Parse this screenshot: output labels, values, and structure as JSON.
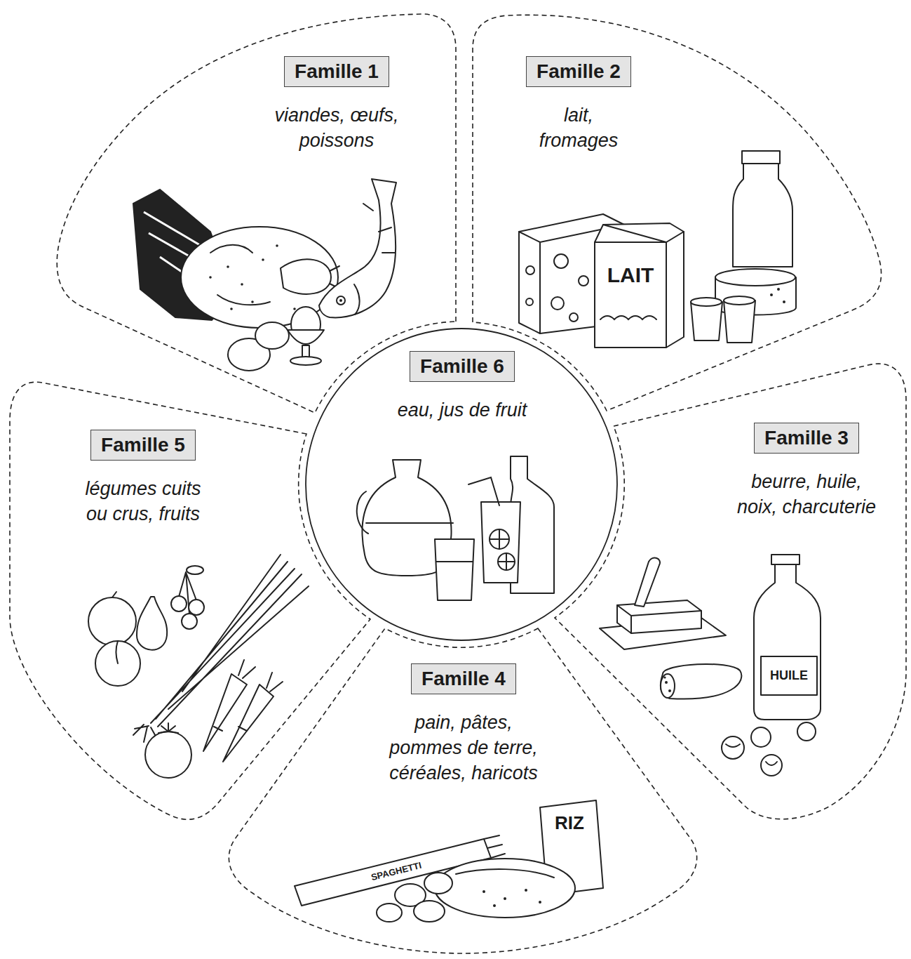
{
  "diagram": {
    "nodes": [
      {
        "text": [
          "Famille 1",
          "viandes, œufs, poissons"
        ]
      },
      {
        "text": [
          "Famille 2",
          "lait, fromages"
        ]
      },
      {
        "text": [
          "Famille 3",
          "beurre, huile, noix, charcuterie"
        ]
      },
      {
        "text": [
          "Famille 4",
          "pain, pâtes, pommes de terre, céréales, haricots"
        ]
      },
      {
        "text": [
          "Famille 5",
          "légumes cuits ou crus, fruits"
        ]
      },
      {
        "text": [
          "Famille 6",
          "eau, jus de fruit"
        ]
      }
    ],
    "labels": [
      "LAIT",
      "HUILE",
      "SPAGHETTI",
      "RIZ"
    ]
  }
}
